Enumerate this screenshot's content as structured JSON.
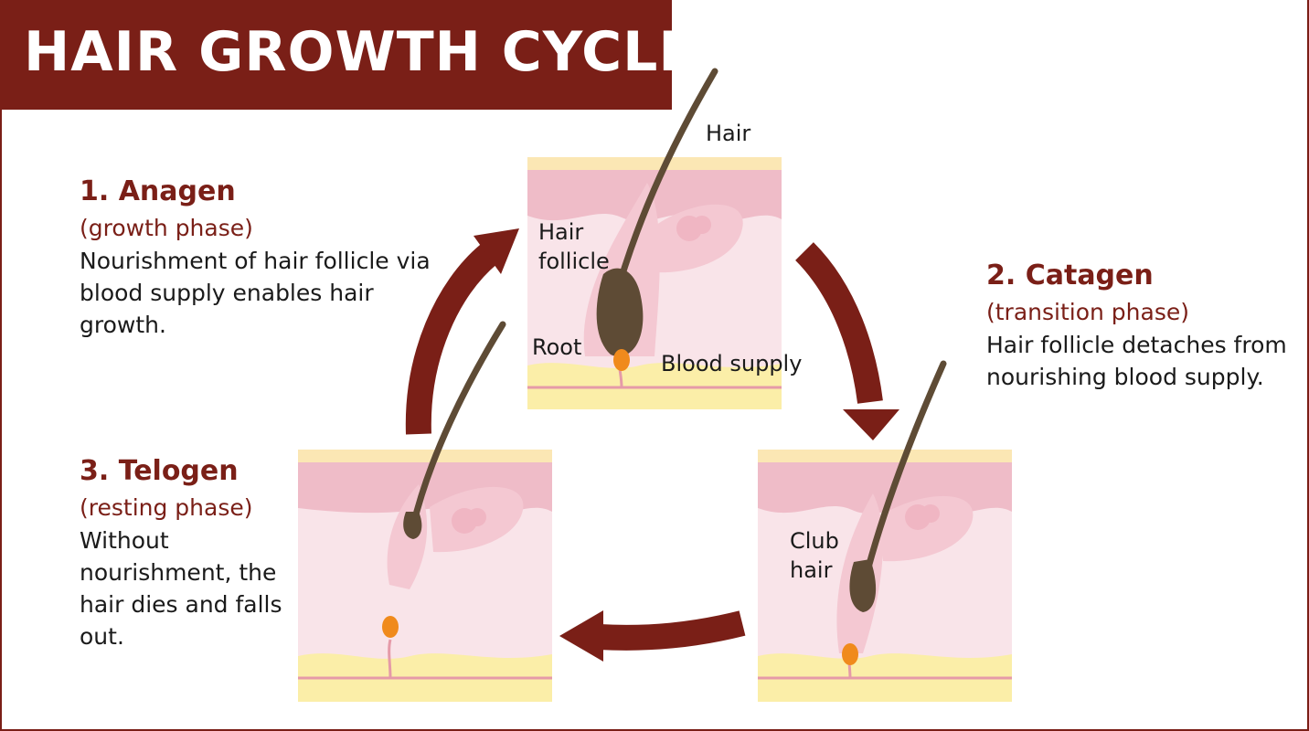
{
  "title": "HAIR GROWTH CYCLE",
  "phases": {
    "anagen": {
      "title": "1. Anagen",
      "subtitle": "(growth phase)",
      "description": "Nourishment of hair follicle via blood supply enables hair growth."
    },
    "catagen": {
      "title": "2. Catagen",
      "subtitle": "(transition phase)",
      "description": "Hair follicle detaches from nourishing blood supply."
    },
    "telogen": {
      "title": "3. Telogen",
      "subtitle": "(resting phase)",
      "description": "Without nourishment, the hair dies and falls out."
    }
  },
  "labels": {
    "hair": "Hair",
    "hair_follicle_line1": "Hair",
    "hair_follicle_line2": "follicle",
    "root": "Root",
    "blood_supply": "Blood supply",
    "club_hair_line1": "Club",
    "club_hair_line2": "hair"
  },
  "colors": {
    "brand": "#7a1f17",
    "skin": "#f9e4e9",
    "skin_band": "#efbcc8",
    "fat": "#fbeea8",
    "hair": "#5e4b35",
    "blood": "#f08a1c"
  }
}
